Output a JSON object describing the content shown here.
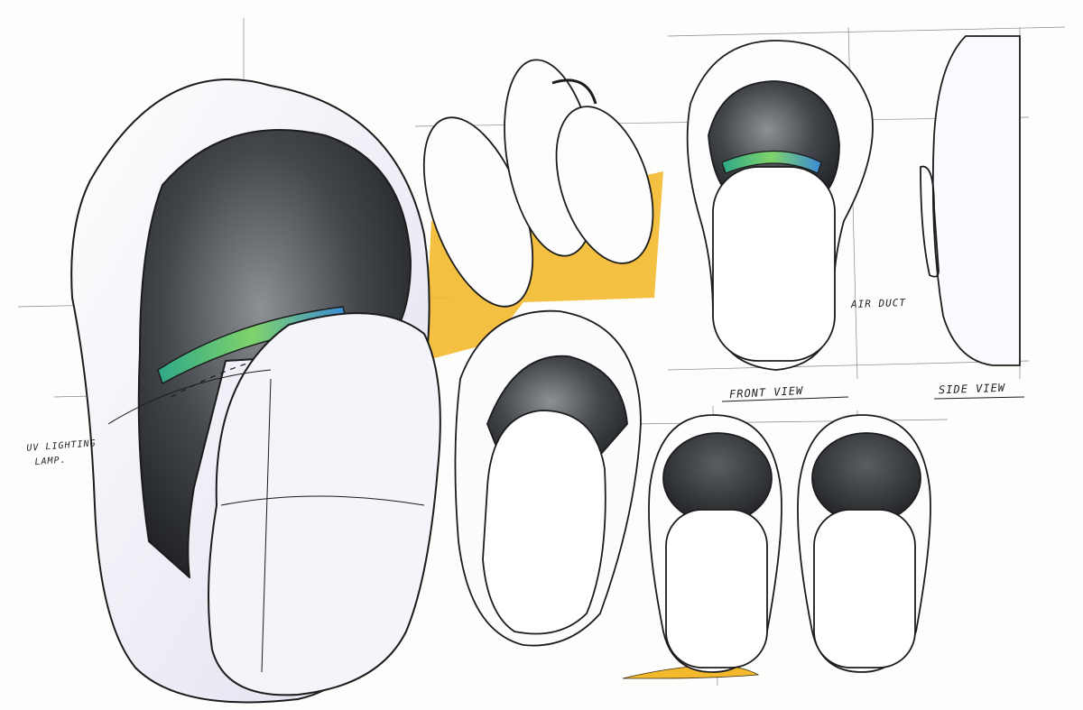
{
  "annotations": {
    "uv_lamp_line1": "UV LIGHTING",
    "uv_lamp_line2": "LAMP.",
    "air_duct": "AIR DUCT",
    "front_view": "FRONT VIEW",
    "side_view": "SIDE VIEW"
  },
  "colors": {
    "paper": "#fdfdfc",
    "ink": "#1c1c1c",
    "marker_yellow": "#f2b92d",
    "cavity_gray": "#3b3e42",
    "uv_strip_green": "#2fa888",
    "uv_strip_blue": "#3a8ad6",
    "shell_lavender": "#e4e5f3"
  }
}
